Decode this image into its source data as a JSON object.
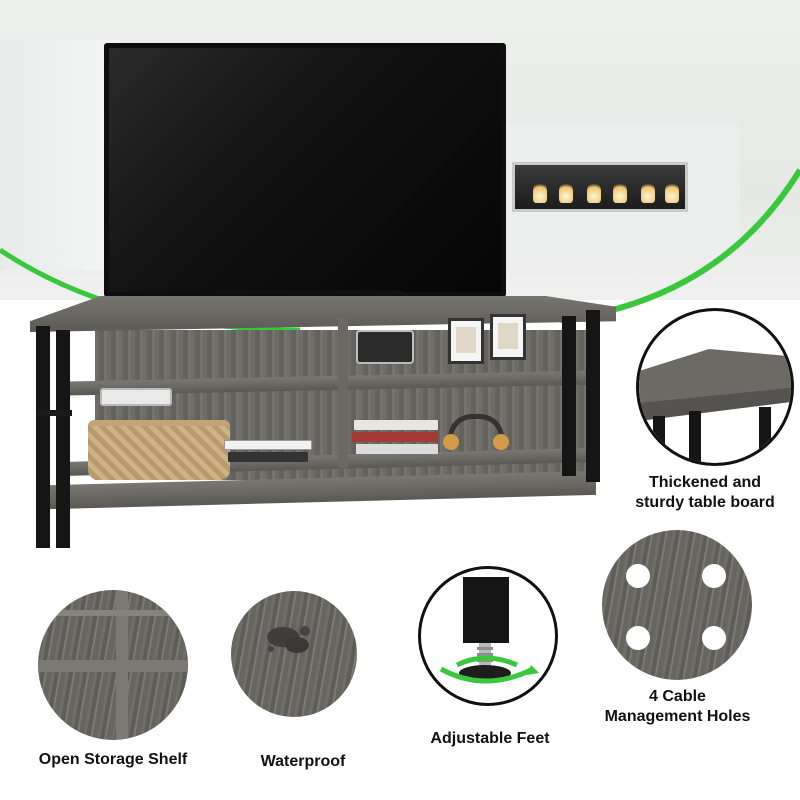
{
  "features": {
    "thickened_board": "Thickened and\nsturdy table board",
    "open_storage": "Open Storage Shelf",
    "waterproof": "Waterproof",
    "adjustable_feet": "Adjustable Feet",
    "cable_holes": "4 Cable\nManagement Holes"
  },
  "colors": {
    "accent_green": "#39c83c",
    "wood_gray": "#6a6863",
    "frame_black": "#151515"
  }
}
